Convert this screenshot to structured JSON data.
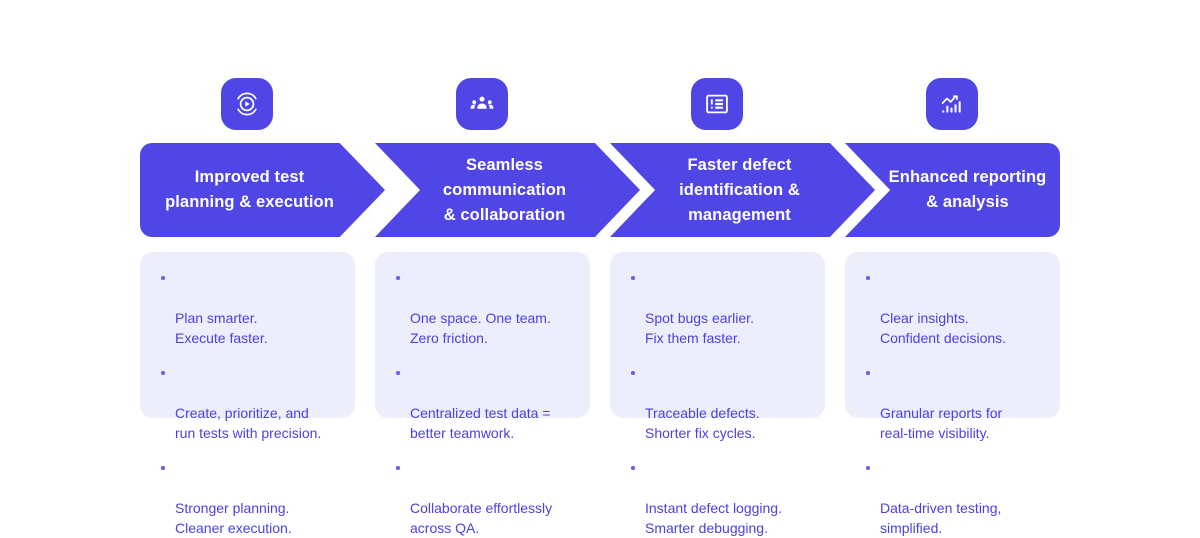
{
  "theme": {
    "accent": "#5046e5",
    "card_background": "#eceefc",
    "card_text": "#4b41e0",
    "chevron_text": "#ffffff",
    "page_background": "#ffffff"
  },
  "steps": [
    {
      "icon": "play-circle-icon",
      "title": "Improved test\nplanning & execution",
      "bullets": [
        "Plan smarter.\nExecute faster.",
        "Create, prioritize, and\nrun tests with precision.",
        "Stronger planning.\nCleaner execution."
      ]
    },
    {
      "icon": "people-group-icon",
      "title": "Seamless\ncommunication\n& collaboration",
      "bullets": [
        "One space. One team.\nZero friction.",
        "Centralized test data =\nbetter teamwork.",
        "Collaborate effortlessly\nacross QA."
      ]
    },
    {
      "icon": "defect-list-icon",
      "title": "Faster defect\nidentification &\nmanagement",
      "bullets": [
        "Spot bugs earlier.\nFix them faster.",
        "Traceable defects.\nShorter fix cycles.",
        "Instant defect logging.\nSmarter debugging."
      ]
    },
    {
      "icon": "bar-chart-trend-icon",
      "title": "Enhanced reporting\n& analysis",
      "bullets": [
        "Clear insights.\nConfident decisions.",
        "Granular reports for\nreal-time visibility.",
        "Data-driven testing,\nsimplified."
      ]
    }
  ]
}
